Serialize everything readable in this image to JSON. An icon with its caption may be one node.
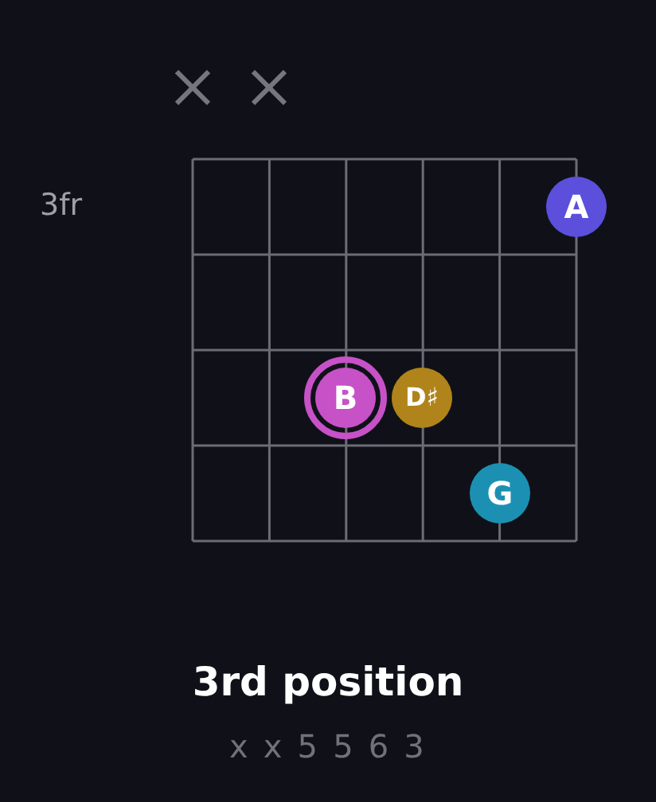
{
  "diagram": {
    "title": "3rd position",
    "caption": "x x 5 5 6 3",
    "nodes": [
      {
        "text": [
          "A"
        ]
      },
      {
        "text": [
          "B"
        ]
      },
      {
        "text": [
          "D♯"
        ]
      },
      {
        "text": [
          "G"
        ]
      }
    ],
    "labels": [
      "3fr"
    ]
  }
}
